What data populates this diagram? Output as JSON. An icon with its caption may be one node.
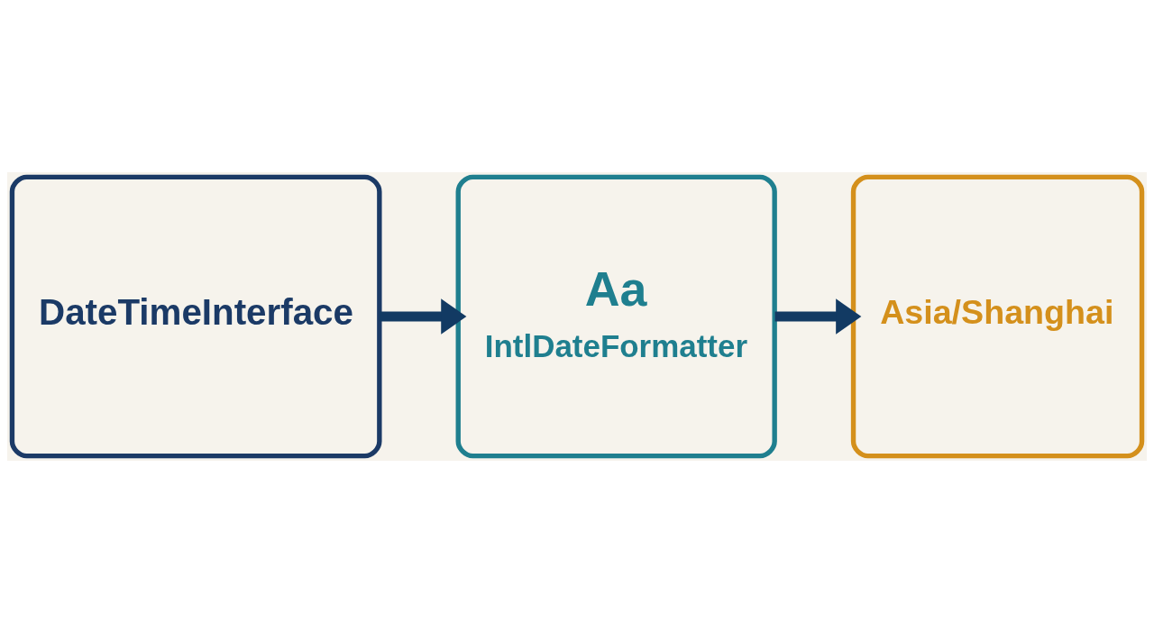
{
  "diagram": {
    "nodes": [
      {
        "text": [
          "DateTimeInterface"
        ]
      },
      {
        "text": [
          "Aa",
          "IntlDateFormatter"
        ]
      },
      {
        "text": [
          "Asia/Shanghai"
        ]
      }
    ],
    "edges": [
      {
        "from": 0,
        "to": 1,
        "arrow": "to"
      },
      {
        "from": 1,
        "to": 2,
        "arrow": "to"
      }
    ]
  }
}
